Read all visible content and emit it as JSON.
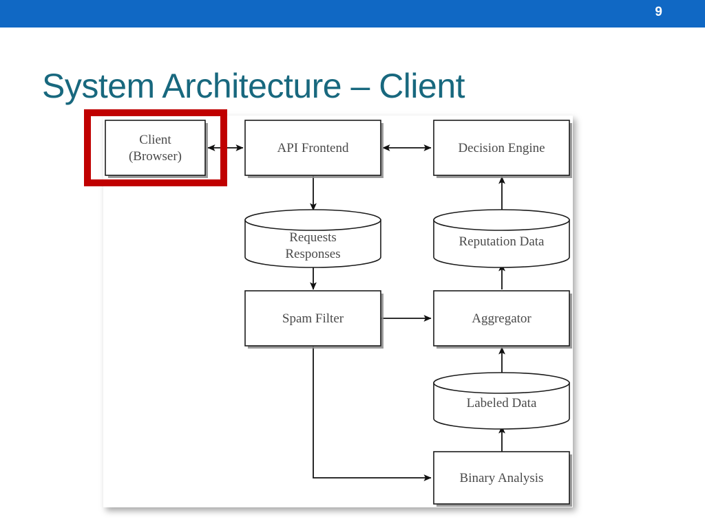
{
  "header": {
    "slide_number": "9",
    "bar_color": "#1068c4"
  },
  "title": {
    "text": "System Architecture – Client",
    "color": "#18687e"
  },
  "highlight": {
    "color": "#c00000",
    "target": "Client (Browser)"
  },
  "diagram": {
    "nodes": [
      {
        "id": "client",
        "shape": "box",
        "line1": "Client",
        "line2": "(Browser)"
      },
      {
        "id": "api-frontend",
        "shape": "box",
        "line1": "API Frontend",
        "line2": ""
      },
      {
        "id": "decision",
        "shape": "box",
        "line1": "Decision Engine",
        "line2": ""
      },
      {
        "id": "requests",
        "shape": "cylinder",
        "line1": "Requests",
        "line2": "Responses"
      },
      {
        "id": "reputation",
        "shape": "cylinder",
        "line1": "Reputation Data",
        "line2": ""
      },
      {
        "id": "spam-filter",
        "shape": "box",
        "line1": "Spam Filter",
        "line2": ""
      },
      {
        "id": "aggregator",
        "shape": "box",
        "line1": "Aggregator",
        "line2": ""
      },
      {
        "id": "labeled",
        "shape": "cylinder",
        "line1": "Labeled Data",
        "line2": ""
      },
      {
        "id": "binary",
        "shape": "box",
        "line1": "Binary Analysis",
        "line2": ""
      }
    ],
    "edges": [
      {
        "from": "client",
        "to": "api-frontend",
        "direction": "bidirectional"
      },
      {
        "from": "api-frontend",
        "to": "decision",
        "direction": "bidirectional"
      },
      {
        "from": "api-frontend",
        "to": "requests",
        "direction": "down"
      },
      {
        "from": "requests",
        "to": "spam-filter",
        "direction": "down"
      },
      {
        "from": "spam-filter",
        "to": "aggregator",
        "direction": "right"
      },
      {
        "from": "spam-filter",
        "to": "binary",
        "direction": "down-right"
      },
      {
        "from": "binary",
        "to": "labeled",
        "direction": "up"
      },
      {
        "from": "labeled",
        "to": "aggregator",
        "direction": "up"
      },
      {
        "from": "aggregator",
        "to": "reputation",
        "direction": "up"
      },
      {
        "from": "reputation",
        "to": "decision",
        "direction": "up"
      }
    ]
  }
}
